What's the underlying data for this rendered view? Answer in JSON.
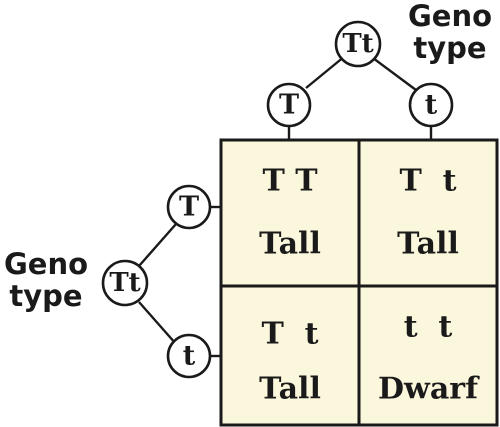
{
  "top_parent": {
    "genotype": "Tt",
    "label_line1": "Geno",
    "label_line2": "type",
    "gametes": [
      "T",
      "t"
    ]
  },
  "left_parent": {
    "genotype": "Tt",
    "label_line1": "Geno",
    "label_line2": "type",
    "gametes": [
      "T",
      "t"
    ]
  },
  "punnett": {
    "cells": [
      {
        "genotype": "T T",
        "phenotype": "Tall"
      },
      {
        "genotype": "T  t",
        "phenotype": "Tall"
      },
      {
        "genotype": "T  t",
        "phenotype": "Tall"
      },
      {
        "genotype": "t  t",
        "phenotype": "Dwarf"
      }
    ]
  },
  "colors": {
    "cell_background": "#fbf7dc",
    "ink": "#1a1a1a"
  }
}
